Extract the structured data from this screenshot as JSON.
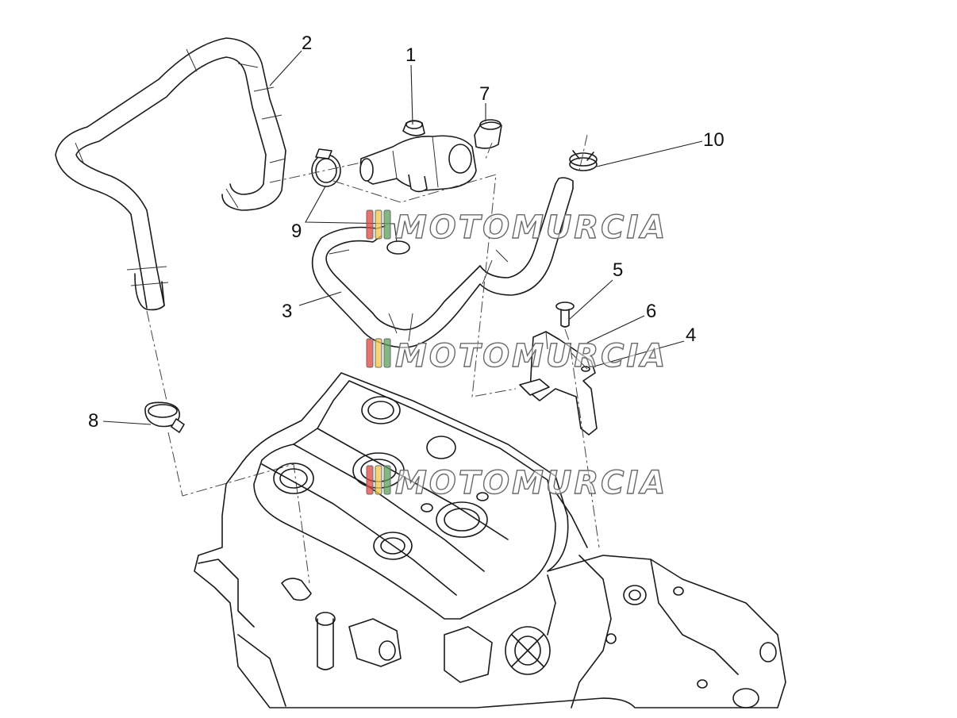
{
  "diagram": {
    "callouts": [
      {
        "id": "1",
        "label": "1"
      },
      {
        "id": "2",
        "label": "2"
      },
      {
        "id": "3",
        "label": "3"
      },
      {
        "id": "4",
        "label": "4"
      },
      {
        "id": "5",
        "label": "5"
      },
      {
        "id": "6",
        "label": "6"
      },
      {
        "id": "7",
        "label": "7"
      },
      {
        "id": "8",
        "label": "8"
      },
      {
        "id": "9",
        "label": "9"
      },
      {
        "id": "10",
        "label": "10"
      }
    ]
  },
  "watermark": {
    "text": "MOTOMURCIA",
    "stripe_colors": [
      "#e0433b",
      "#f2c44a",
      "#5aa05a"
    ],
    "outline_color": "#6a6a6a"
  }
}
